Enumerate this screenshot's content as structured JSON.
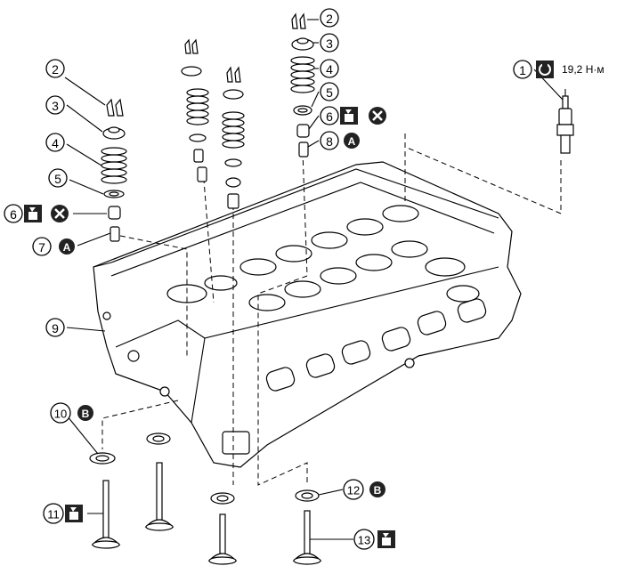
{
  "diagram": {
    "torque_label": "19,2 Н·м",
    "badges": {
      "A": "A",
      "B": "B"
    },
    "callouts": {
      "c1": "1",
      "c2a": "2",
      "c2b": "2",
      "c3a": "3",
      "c3b": "3",
      "c4a": "4",
      "c4b": "4",
      "c5a": "5",
      "c5b": "5",
      "c6a": "6",
      "c6b": "6",
      "c7": "7",
      "c8": "8",
      "c9": "9",
      "c10": "10",
      "c11": "11",
      "c12": "12",
      "c13": "13"
    },
    "icons": {
      "torque": "torque-wrench-icon",
      "oil": "oil-can-icon",
      "replace": "do-not-reuse-icon"
    }
  }
}
